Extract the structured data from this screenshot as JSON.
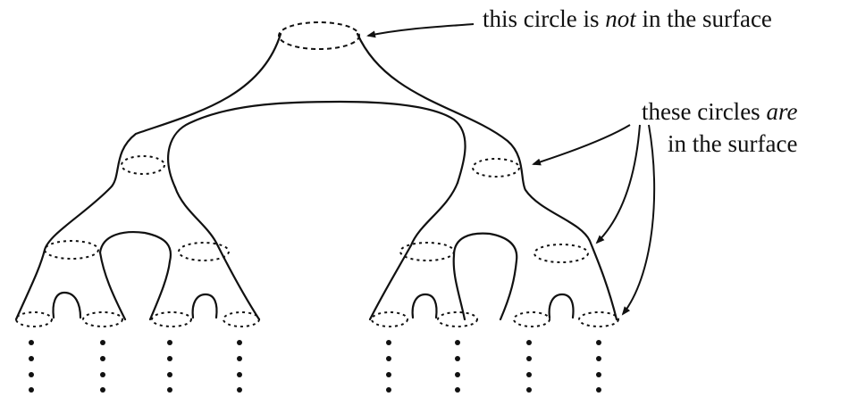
{
  "annotations": {
    "top": {
      "before": "this circle is ",
      "emph": "not",
      "after": " in the surface"
    },
    "side_line1": {
      "before": "these circles ",
      "emph": "are"
    },
    "side_line2": "in the surface"
  },
  "colors": {
    "ink": "#111111",
    "background": "#ffffff"
  }
}
